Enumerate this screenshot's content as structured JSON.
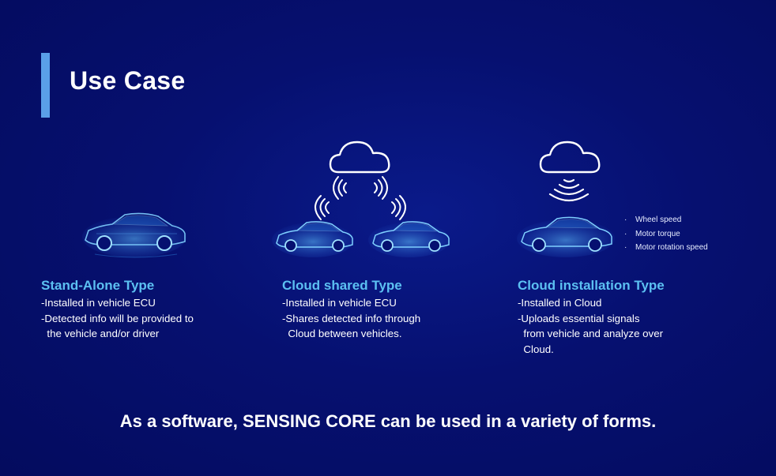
{
  "title": "Use Case",
  "colors": {
    "background": "#061070",
    "accent_bar": "#5a9fe8",
    "heading": "#5cc0f2",
    "car_glow": "#3aa6ff"
  },
  "columns": [
    {
      "heading": "Stand-Alone Type",
      "lines": [
        "-Installed in vehicle ECU",
        "-Detected info will be provided to",
        "  the vehicle and/or driver"
      ],
      "icons": [
        "car-icon"
      ]
    },
    {
      "heading": "Cloud shared Type",
      "lines": [
        "-Installed in vehicle ECU",
        "-Shares detected info through",
        "  Cloud between vehicles."
      ],
      "icons": [
        "cloud-icon",
        "wireless-signal-icon",
        "car-icon",
        "car-icon"
      ]
    },
    {
      "heading": "Cloud installation Type",
      "lines": [
        "-Installed in Cloud",
        "-Uploads essential signals",
        "  from vehicle and analyze over",
        "  Cloud."
      ],
      "icons": [
        "cloud-icon",
        "wireless-signal-icon",
        "car-icon"
      ],
      "signals": [
        "Wheel speed",
        "Motor torque",
        "Motor rotation speed"
      ]
    }
  ],
  "footer": "As a software, SENSING CORE can be used in a variety of forms."
}
